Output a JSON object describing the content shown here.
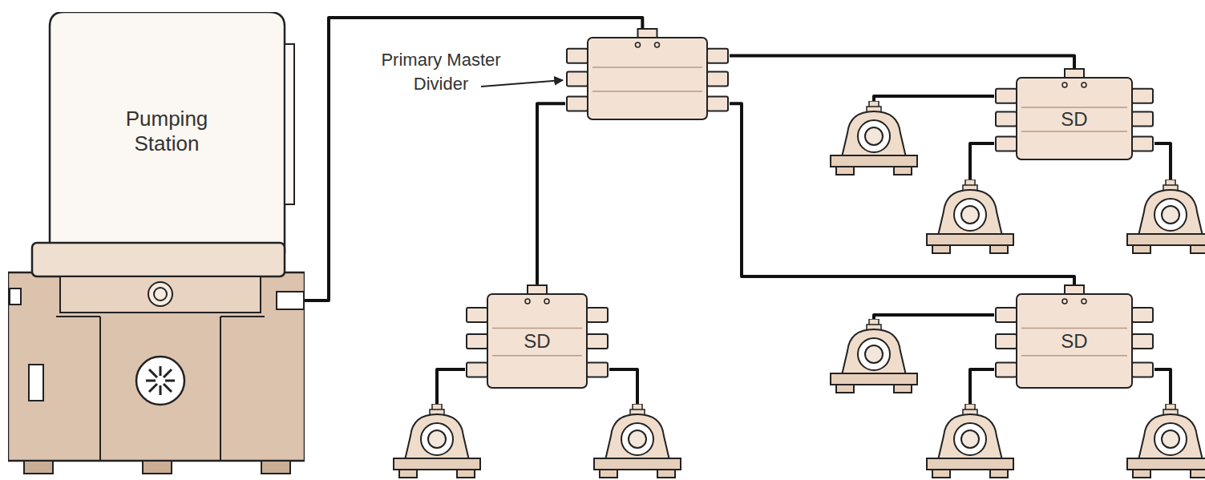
{
  "diagram": {
    "nodes": [
      {
        "text": [
          "Pumping Station"
        ]
      },
      {
        "text": [
          "Primary Master Divider"
        ]
      },
      {
        "text": [
          "SD"
        ]
      },
      {
        "text": [
          "SD"
        ]
      },
      {
        "text": [
          "SD"
        ]
      }
    ],
    "edges": [
      {
        "from": 0,
        "to": 1,
        "arrow": "none"
      },
      {
        "from": 1,
        "to": 2,
        "arrow": "none"
      },
      {
        "from": 1,
        "to": 3,
        "arrow": "none"
      },
      {
        "from": 1,
        "to": 4,
        "arrow": "none"
      }
    ]
  }
}
